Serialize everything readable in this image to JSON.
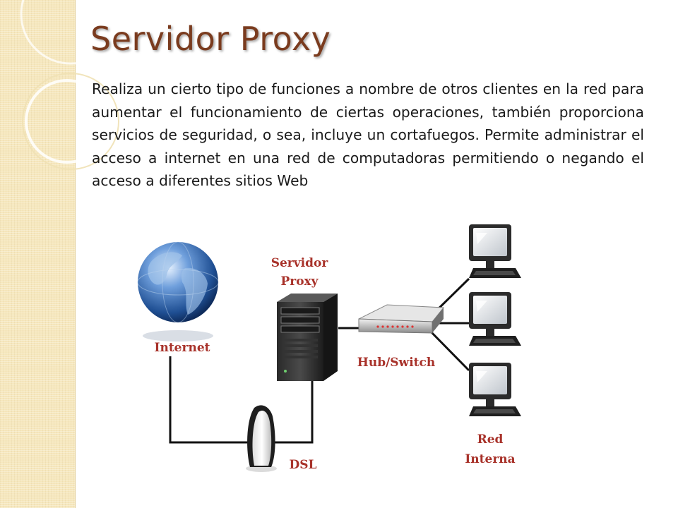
{
  "slide": {
    "title": "Servidor Proxy",
    "body": "Realiza un cierto tipo de funciones a nombre de otros clientes en la red para aumentar el funcionamiento de ciertas operaciones, también proporciona servicios de seguridad, o sea, incluye un cortafuegos. Permite administrar el acceso a internet en una red de computadoras permitiendo o negando el acceso a diferentes sitios Web"
  },
  "diagram": {
    "labels": {
      "internet": "Internet",
      "proxy_line1": "Servidor",
      "proxy_line2": "Proxy",
      "hub": "Hub/Switch",
      "dsl": "DSL",
      "red_line1": "Red",
      "red_line2": "Interna"
    },
    "colors": {
      "title": "#7a3b1e",
      "diagram_label": "#a8322a",
      "side_band": "#f6e7bd",
      "globe": "#1f4f93",
      "connector": "#111111"
    }
  }
}
